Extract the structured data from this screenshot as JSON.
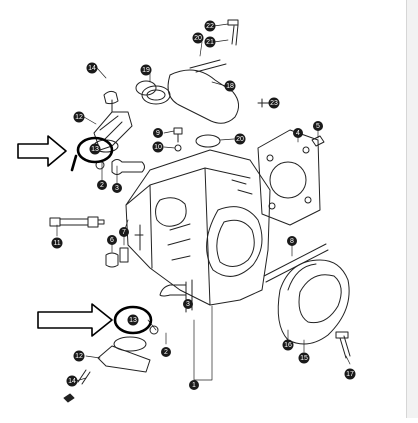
{
  "diagram": {
    "callouts": [
      {
        "id": "c22",
        "label": "22"
      },
      {
        "id": "c21",
        "label": "21"
      },
      {
        "id": "c20t",
        "label": "20"
      },
      {
        "id": "c19",
        "label": "19"
      },
      {
        "id": "c14t",
        "label": "14"
      },
      {
        "id": "c18",
        "label": "18"
      },
      {
        "id": "c23",
        "label": "23"
      },
      {
        "id": "c12t",
        "label": "12"
      },
      {
        "id": "c9",
        "label": "9"
      },
      {
        "id": "c10",
        "label": "10"
      },
      {
        "id": "c20m",
        "label": "20"
      },
      {
        "id": "c4",
        "label": "4"
      },
      {
        "id": "c5",
        "label": "5"
      },
      {
        "id": "c13t",
        "label": "13"
      },
      {
        "id": "c2t",
        "label": "2"
      },
      {
        "id": "c3t",
        "label": "3"
      },
      {
        "id": "c11",
        "label": "11"
      },
      {
        "id": "c7",
        "label": "7"
      },
      {
        "id": "c6",
        "label": "6"
      },
      {
        "id": "c8",
        "label": "8"
      },
      {
        "id": "c3b",
        "label": "3"
      },
      {
        "id": "c13b",
        "label": "13"
      },
      {
        "id": "c2b",
        "label": "2"
      },
      {
        "id": "c16",
        "label": "16"
      },
      {
        "id": "c15",
        "label": "15"
      },
      {
        "id": "c12b",
        "label": "12"
      },
      {
        "id": "c14b",
        "label": "14"
      },
      {
        "id": "c1",
        "label": "1"
      },
      {
        "id": "c17",
        "label": "17"
      }
    ],
    "arrows": [
      {
        "id": "upper"
      },
      {
        "id": "lower"
      }
    ],
    "highlights": [
      {
        "id": "upper",
        "label": "13"
      },
      {
        "id": "lower",
        "label": "13"
      }
    ],
    "colors": {
      "line": "#222222",
      "callout": "#1a1a1a",
      "text": "#ffffff",
      "background": "#ffffff"
    }
  }
}
